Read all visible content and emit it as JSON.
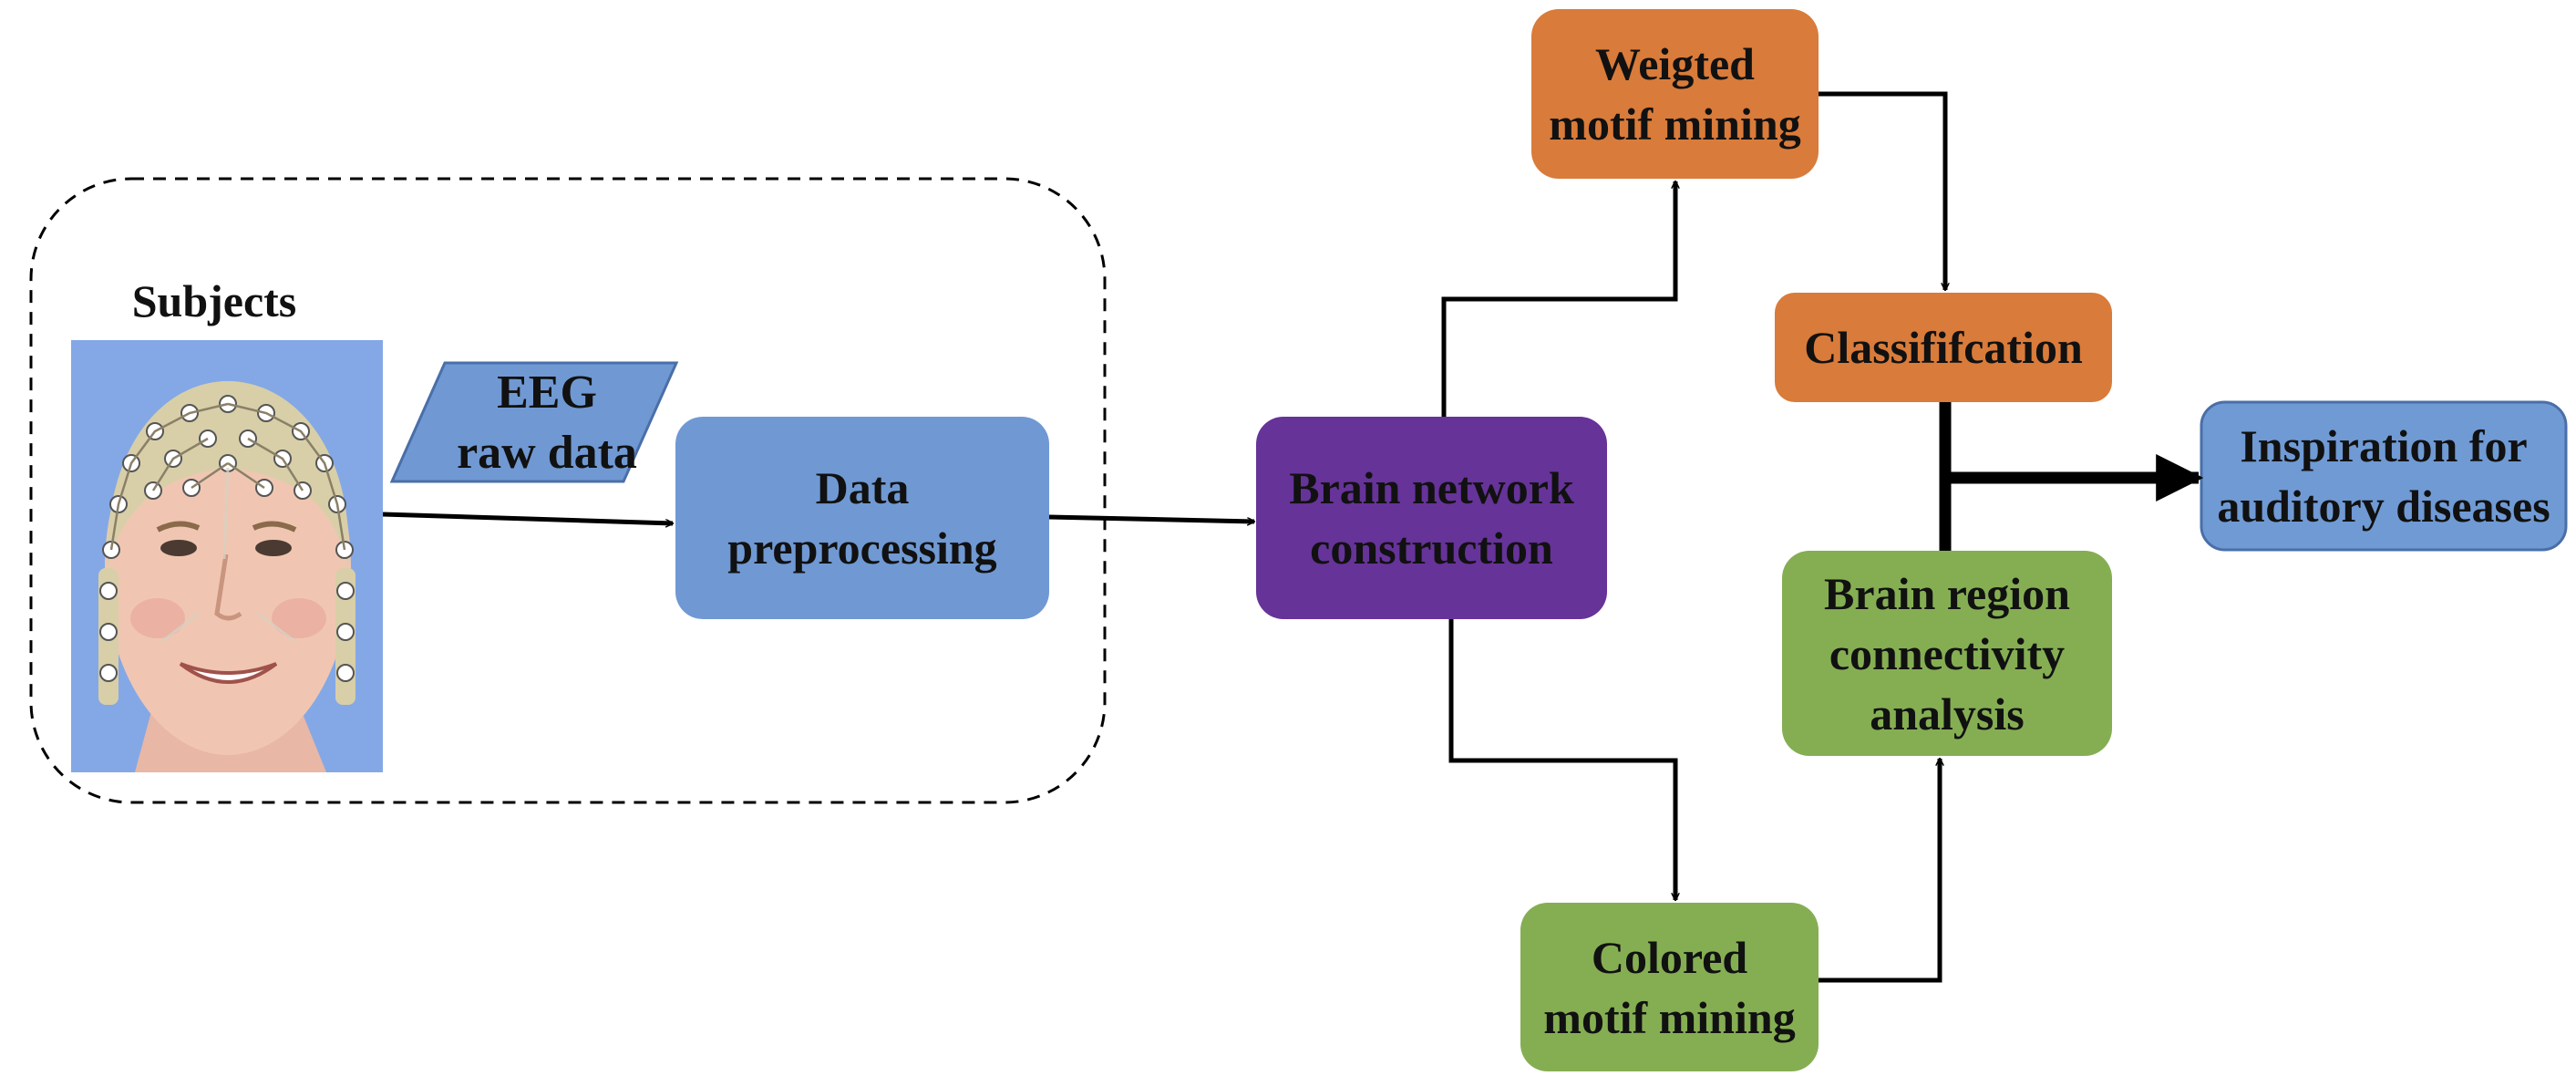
{
  "subjects_label": "Subjects",
  "eeg_raw": "EEG\nraw data",
  "nodes": {
    "data_preprocessing": "Data\npreprocessing",
    "brain_network": "Brain network\nconstruction",
    "weighted_motif": "Weigted\nmotif mining",
    "colored_motif": "Colored\nmotif mining",
    "classification": "Classififcation",
    "brain_region": "Brain region\nconnectivity\nanalysis",
    "inspiration": "Inspiration for\nauditory diseases"
  },
  "colors": {
    "blue": "#7099d3",
    "blue_light": "#6f9ad4",
    "purple": "#663399",
    "orange": "#d97b3a",
    "green": "#85ae53",
    "line": "#000000"
  },
  "icons": {
    "subject_photo": "face-with-eeg-cap-image"
  }
}
